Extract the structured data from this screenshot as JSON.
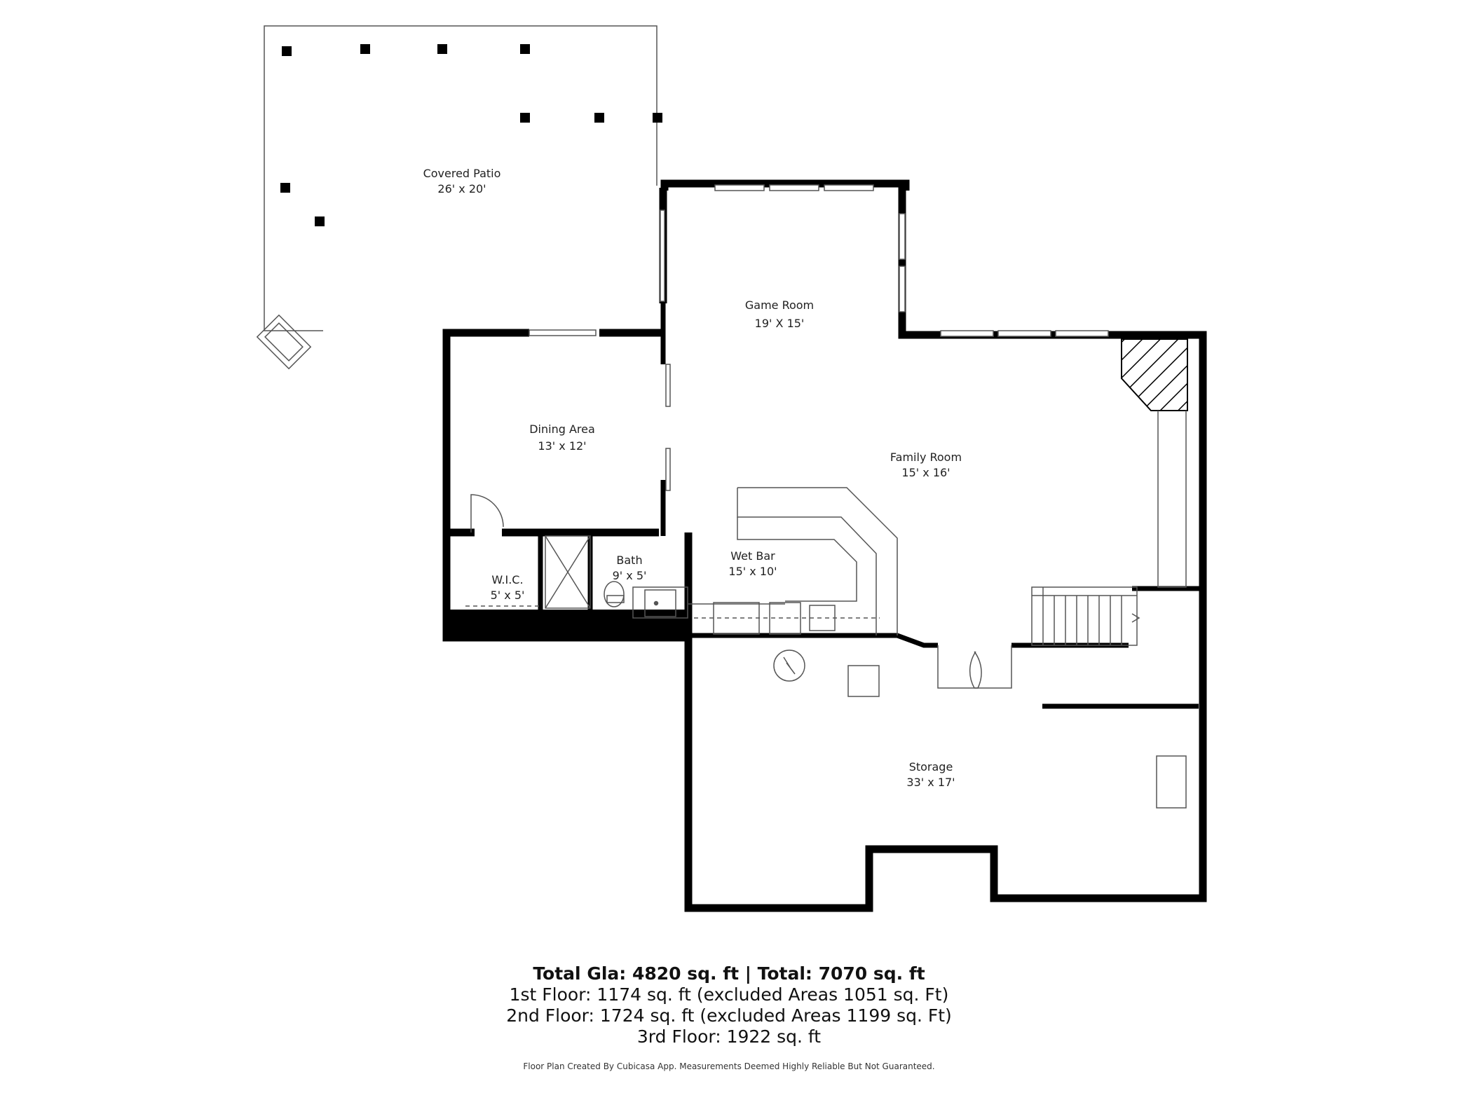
{
  "rooms": {
    "covered_patio": {
      "name": "Covered Patio",
      "dims": "26' x 20'"
    },
    "game_room": {
      "name": "Game Room",
      "dims": "19' X 15'"
    },
    "dining_area": {
      "name": "Dining Area",
      "dims": "13' x 12'"
    },
    "family_room": {
      "name": "Family Room",
      "dims": "15' x 16'"
    },
    "wic": {
      "name": "W.I.C.",
      "dims": "5' x 5'"
    },
    "bath": {
      "name": "Bath",
      "dims": "9' x 5'"
    },
    "wet_bar": {
      "name": "Wet Bar",
      "dims": "15' x 10'"
    },
    "storage": {
      "name": "Storage",
      "dims": "33' x 17'"
    }
  },
  "summary": {
    "total_line": "Total Gla: 4820 sq. ft | Total: 7070 sq. ft",
    "floor1": "1st Floor: 1174 sq. ft (excluded Areas 1051 sq. Ft)",
    "floor2": "2nd Floor: 1724 sq. ft (excluded Areas 1199 sq. Ft)",
    "floor3": "3rd Floor: 1922 sq. ft",
    "credit": "Floor Plan Created By Cubicasa App. Measurements Deemed Highly Reliable But Not Guaranteed."
  },
  "colors": {
    "wall": "#000000",
    "line": "#555555",
    "background": "#ffffff"
  }
}
